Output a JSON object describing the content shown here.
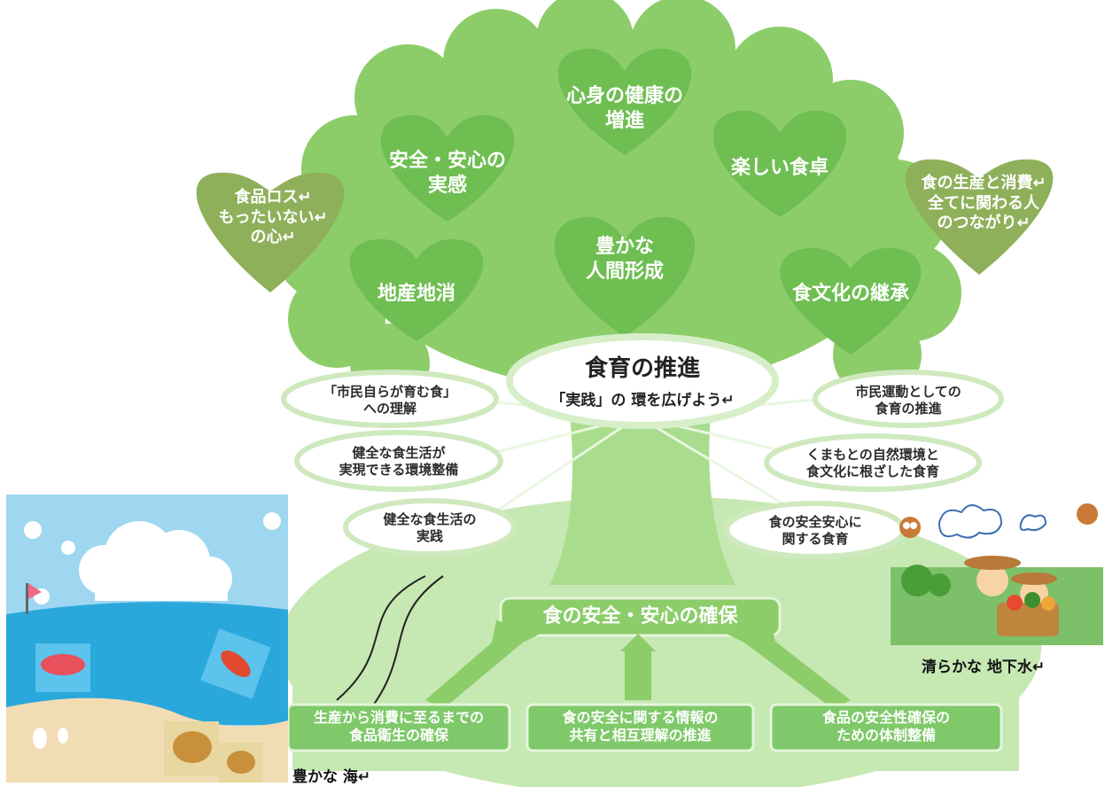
{
  "colors": {
    "canopy": "#8ccd6a",
    "canopy_dark": "#5fae49",
    "heart": "#6fbe52",
    "trunk": "#9fd784",
    "ground": "#b9e3a3",
    "side_heart": "#8fb05a",
    "box": "#7fc96a",
    "sea": "#2aa8dc",
    "sky": "#9fd6f0",
    "sand": "#f2dcb4"
  },
  "hearts": {
    "health": "心身の健康の\n増進",
    "safety": "安全・安心の\n実感",
    "table": "楽しい食卓",
    "humanity": "豊かな\n人間形成",
    "local": "地産地消",
    "culture": "食文化の継承"
  },
  "side_hearts": {
    "left": "食品ロス↵\nもったいない↵\nの心↵",
    "right": "食の生産と消費↵\n全てに関わる人\nのつながり↵"
  },
  "center": {
    "title": "食育の推進",
    "subtitle": "「実践」の 環を広げよう↵"
  },
  "ovals": {
    "citizen_food": "「市民自らが育む食」\nへの理解",
    "environment": "健全な食生活が\n実現できる環境整備",
    "practice": "健全な食生活の\n実践",
    "movement": "市民運動としての\n食育の推進",
    "kumamoto": "くまもとの自然環境と\n食文化に根ざした食育",
    "safety_edu": "食の安全安心に\n関する食育"
  },
  "ground": {
    "title": "食の安全・安心の確保"
  },
  "boxes": {
    "hygiene": "生産から消費に至るまでの\n食品衛生の確保",
    "info": "食の安全に関する情報の\n共有と相互理解の推進",
    "system": "食品の安全性確保の\nための体制整備"
  },
  "captions": {
    "water": "清らかな 地下水↵",
    "sea": "豊かな 海↵"
  }
}
